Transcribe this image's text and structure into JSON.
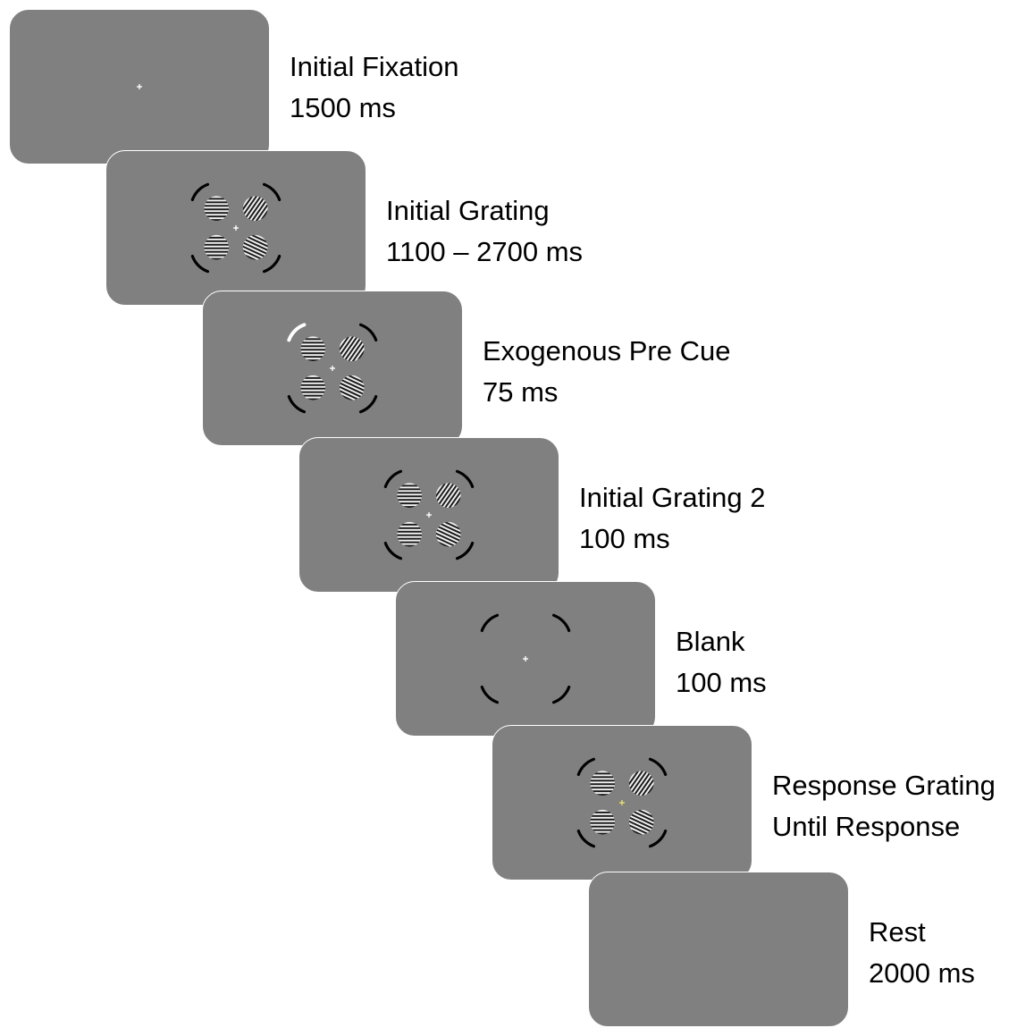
{
  "steps": [
    {
      "name": "Initial Fixation",
      "duration": "1500 ms",
      "stimulus": "fixation",
      "fixation_color": "#ffffff",
      "cued": false
    },
    {
      "name": "Initial Grating",
      "duration": "1100 – 2700 ms",
      "stimulus": "gratings",
      "fixation_color": "#ffffff",
      "cued": false
    },
    {
      "name": "Exogenous Pre Cue",
      "duration": "75 ms",
      "stimulus": "gratings",
      "fixation_color": "#ffffff",
      "cued": true
    },
    {
      "name": "Initial Grating 2",
      "duration": "100 ms",
      "stimulus": "gratings",
      "fixation_color": "#ffffff",
      "cued": false
    },
    {
      "name": "Blank",
      "duration": "100 ms",
      "stimulus": "placeholders",
      "fixation_color": "#ffffff",
      "cued": false
    },
    {
      "name": "Response Grating",
      "duration": "Until Response",
      "stimulus": "gratings",
      "fixation_color": "#e8e070",
      "cued": false
    },
    {
      "name": "Rest",
      "duration": "2000 ms",
      "stimulus": "empty",
      "fixation_color": "#808080",
      "cued": false
    }
  ],
  "colors": {
    "screen": "#808080",
    "placeholder": "#000000",
    "cue": "#ffffff"
  }
}
